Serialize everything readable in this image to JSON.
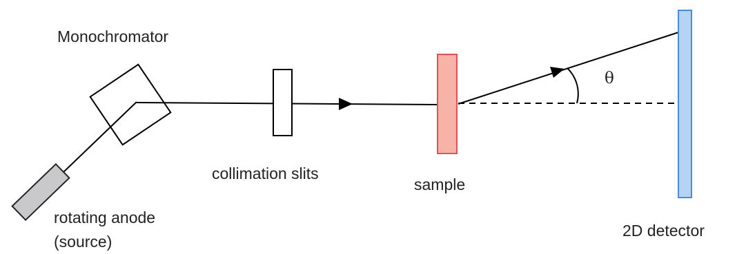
{
  "labels": {
    "monochromator": "Monochromator",
    "collimation_slits": "collimation slits",
    "sample": "sample",
    "source_line1": "rotating anode",
    "source_line2": "(source)",
    "detector": "2D detector",
    "angle": "θ"
  },
  "colors": {
    "line": "#000000",
    "source_fill": "#c9c9cc",
    "sample_fill": "#f7b3a8",
    "sample_stroke": "#e0525a",
    "detector_fill": "#b5d3f3",
    "detector_stroke": "#4a8ad8",
    "text": "#222222"
  }
}
